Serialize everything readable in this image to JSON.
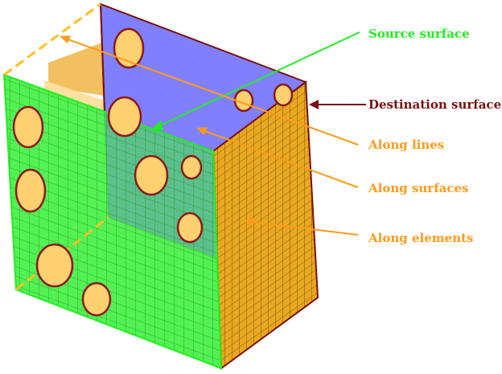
{
  "labels": {
    "source": "Source surface",
    "destination": "Destination surface",
    "along_lines": "Along lines",
    "along_surfaces": "Along surfaces",
    "along_elements": "Along elements"
  },
  "colors": {
    "source": "#22ee22",
    "destination": "#7a1010",
    "along": "#ff9a1a",
    "blue_face": "#8080ff",
    "orange_face": "#e8a820",
    "yellow": "#ffd070"
  }
}
